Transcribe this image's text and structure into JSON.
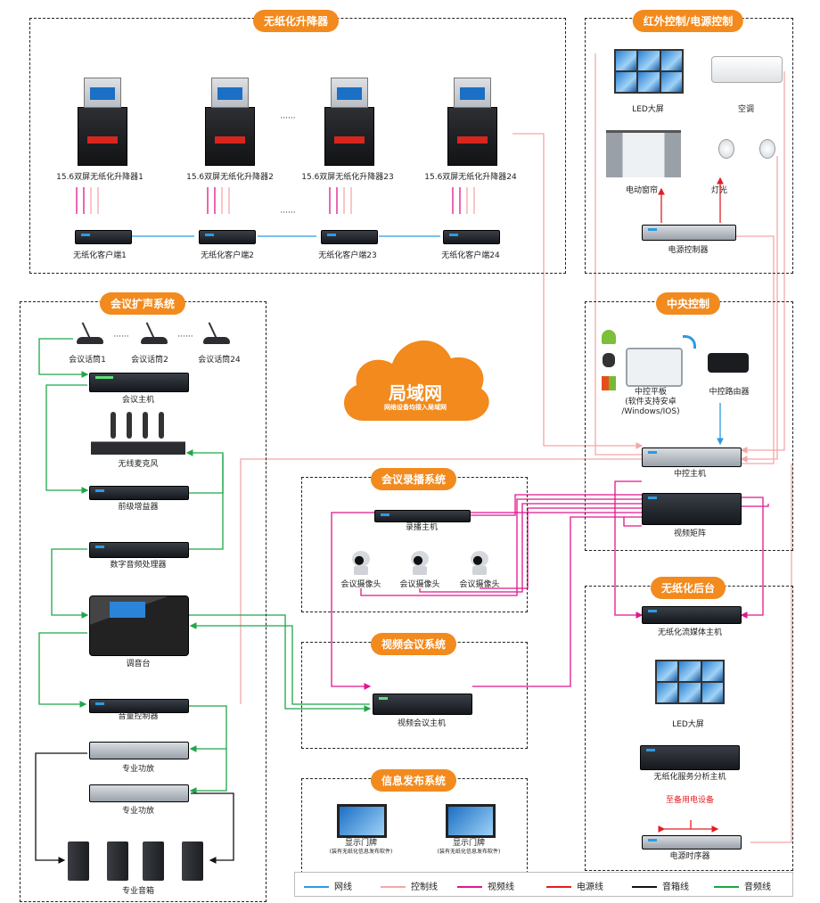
{
  "sections": {
    "paperless_lift": "无纸化升降器",
    "ir_power": "红外控制/电源控制",
    "conference_audio": "会议扩声系统",
    "central_control": "中央控制",
    "recording": "会议录播系统",
    "paperless_backend": "无纸化后台",
    "video_conf": "视频会议系统",
    "info_publish": "信息发布系统"
  },
  "lifts": [
    "15.6双屏无纸化升降器1",
    "15.6双屏无纸化升降器2",
    "15.6双屏无纸化升降器23",
    "15.6双屏无纸化升降器24"
  ],
  "clients": [
    "无纸化客户端1",
    "无纸化客户端2",
    "无纸化客户端23",
    "无纸化客户端24"
  ],
  "dots": "······",
  "ir": {
    "led": "LED大屏",
    "ac": "空调",
    "curtain": "电动窗帘",
    "light": "灯光",
    "power_ctrl": "电源控制器"
  },
  "audio": {
    "mics": [
      "会议话筒1",
      "会议话筒2",
      "会议话筒24"
    ],
    "host": "会议主机",
    "wireless": "无线麦克风",
    "preamp": "前级增益器",
    "dsp": "数字音频处理器",
    "mixer": "调音台",
    "volume": "音量控制器",
    "amp1": "专业功放",
    "amp2": "专业功放",
    "speakers": "专业音箱"
  },
  "cloud": {
    "title": "局域网",
    "subtitle": "网络设备均接入局域网"
  },
  "central": {
    "pad": "中控平板",
    "pad_note": "(软件支持安卓",
    "pad_note2": "/Windows/IOS)",
    "router": "中控路由器",
    "host": "中控主机",
    "matrix": "视频矩阵"
  },
  "recording_sys": {
    "host": "录播主机",
    "cams": [
      "会议摄像头",
      "会议摄像头",
      "会议摄像头"
    ]
  },
  "backend": {
    "stream": "无纸化流媒体主机",
    "led": "LED大屏",
    "server": "无纸化服务分析主机",
    "spare": "至备用电设备",
    "sequencer": "电源时序器"
  },
  "video_sys": {
    "host": "视频会议主机"
  },
  "info": {
    "sign": [
      "显示门牌",
      "显示门牌"
    ],
    "sign_note": [
      "(装有无纸化信息发布软件)",
      "(装有无纸化信息发布软件)"
    ]
  },
  "legend": [
    {
      "label": "网线",
      "color": "#2e9be0"
    },
    {
      "label": "控制线",
      "color": "#f4a7a7"
    },
    {
      "label": "视频线",
      "color": "#e0168c"
    },
    {
      "label": "电源线",
      "color": "#e31e24"
    },
    {
      "label": "音箱线",
      "color": "#111111"
    },
    {
      "label": "音频线",
      "color": "#1fa64a"
    }
  ],
  "colors": {
    "accent": "#f28a1e"
  }
}
